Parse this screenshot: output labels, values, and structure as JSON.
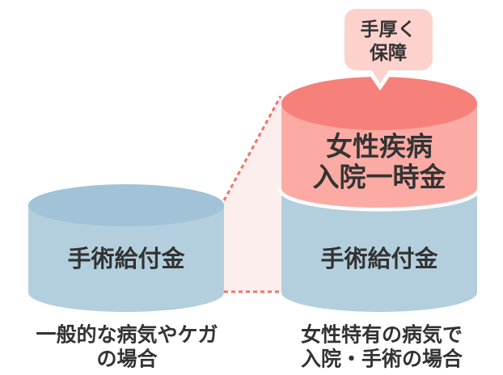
{
  "diagram_title": "",
  "colors": {
    "background": "#ffffff",
    "salmon_top": "#f6817a",
    "pink_body": "#fbaba4",
    "bubble_fill": "#fdd1cc",
    "highlight_fill": "#fdeeee",
    "dash_stroke": "#ef7468",
    "blue_top": "#a1c2d7",
    "blue_body": "#b3cfde",
    "text_dark": "#333333",
    "white": "#ffffff"
  },
  "callout": {
    "line1": "手厚く",
    "line2": "保障"
  },
  "left_cylinder": {
    "label": "手術給付金",
    "caption_line1": "一般的な病気やケガ",
    "caption_line2": "の場合"
  },
  "right_cylinder": {
    "top_label_line1": "女性疾病",
    "top_label_line2": "入院一時金",
    "bottom_label": "手術給付金",
    "caption_line1": "女性特有の病気で",
    "caption_line2": "入院・手術の場合"
  }
}
